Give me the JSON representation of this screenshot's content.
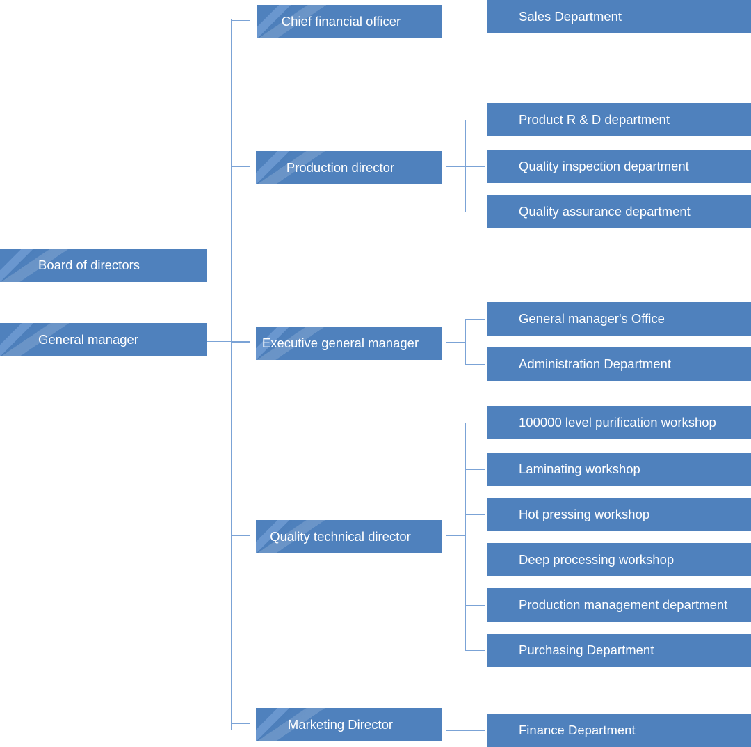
{
  "colors": {
    "box": "#4f81bd",
    "line": "#7ba3d6",
    "text": "#ffffff"
  },
  "top": {
    "board": "Board of directors",
    "general_manager": "General manager"
  },
  "directors": [
    {
      "label": "Chief financial officer",
      "departments": [
        "Sales Department"
      ]
    },
    {
      "label": "Production director",
      "departments": [
        "Product R & D department",
        "Quality inspection department",
        "Quality assurance department"
      ]
    },
    {
      "label": "Executive general manager",
      "departments": [
        "General manager's Office",
        "Administration Department"
      ]
    },
    {
      "label": "Quality technical director",
      "departments": [
        "100000 level purification workshop",
        "Laminating workshop",
        "Hot pressing workshop",
        "Deep processing workshop",
        "Production management department",
        "Purchasing Department"
      ]
    },
    {
      "label": "Marketing Director",
      "departments": [
        "Finance Department"
      ]
    }
  ]
}
